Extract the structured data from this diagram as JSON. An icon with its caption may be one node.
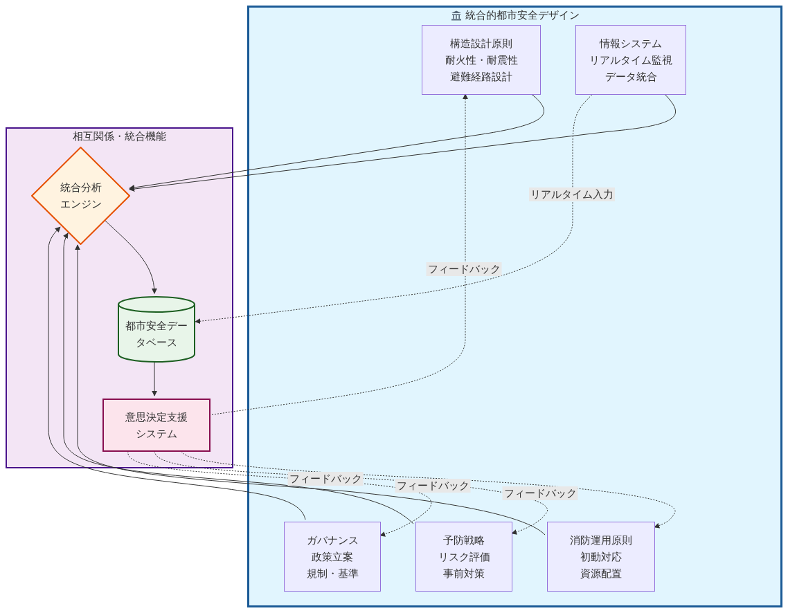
{
  "diagram": {
    "nodes": [
      {
        "text": [
          "統合的都市安全デザイン"
        ]
      },
      {
        "text": [
          "構造設計原則",
          "耐火性・耐震性",
          "避難経路設計"
        ],
        "in": 0
      },
      {
        "text": [
          "情報システム",
          "リアルタイム監視",
          "データ統合"
        ],
        "in": 0
      },
      {
        "text": [
          "ガバナンス",
          "政策立案",
          "規制・基準"
        ],
        "in": 0
      },
      {
        "text": [
          "予防戦略",
          "リスク評価",
          "事前対策"
        ],
        "in": 0
      },
      {
        "text": [
          "消防運用原則",
          "初動対応",
          "資源配置"
        ],
        "in": 0
      },
      {
        "text": [
          "相互関係・統合機能"
        ]
      },
      {
        "text": [
          "統合分析エンジン"
        ],
        "in": 6
      },
      {
        "text": [
          "都市安全データベース"
        ],
        "in": 6
      },
      {
        "text": [
          "意思決定支援システム"
        ],
        "in": 6
      }
    ],
    "edges": [
      {
        "from": 1,
        "to": 7,
        "arrow": "to"
      },
      {
        "from": 2,
        "to": 7,
        "arrow": "to"
      },
      {
        "from": 3,
        "to": 7,
        "arrow": "to"
      },
      {
        "from": 4,
        "to": 7,
        "arrow": "to"
      },
      {
        "from": 5,
        "to": 7,
        "arrow": "to"
      },
      {
        "from": 7,
        "to": 8,
        "arrow": "to"
      },
      {
        "from": 8,
        "to": 9,
        "arrow": "to"
      },
      {
        "from": 2,
        "to": 8,
        "arrow": "to",
        "label": "リアルタイム入力",
        "style": "dashed"
      },
      {
        "from": 9,
        "to": 1,
        "arrow": "to",
        "label": "フィードバック",
        "style": "dashed"
      },
      {
        "from": 9,
        "to": 3,
        "arrow": "to",
        "label": "フィードバック",
        "style": "dashed"
      },
      {
        "from": 9,
        "to": 4,
        "arrow": "to",
        "label": "フィードバック",
        "style": "dashed"
      },
      {
        "from": 9,
        "to": 5,
        "arrow": "to",
        "label": "フィードバック",
        "style": "dashed"
      }
    ]
  }
}
